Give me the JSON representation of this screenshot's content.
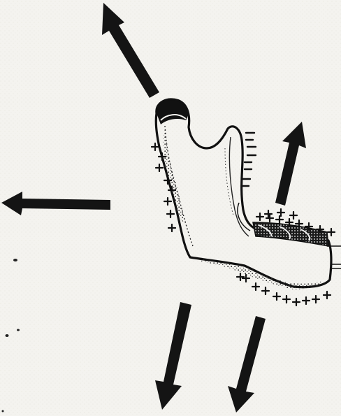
{
  "diagram": {
    "colors": {
      "background": "#f4f3ef",
      "ink": "#111111",
      "speckle": "#2a2a2a"
    },
    "deposition_mark": "+",
    "resorption_mark": "–",
    "arrows": [
      {
        "id": "arrow-up-left",
        "direction": "up-left"
      },
      {
        "id": "arrow-up-right",
        "direction": "up"
      },
      {
        "id": "arrow-left",
        "direction": "left"
      },
      {
        "id": "arrow-down-left",
        "direction": "down"
      },
      {
        "id": "arrow-down-right",
        "direction": "down"
      }
    ]
  }
}
